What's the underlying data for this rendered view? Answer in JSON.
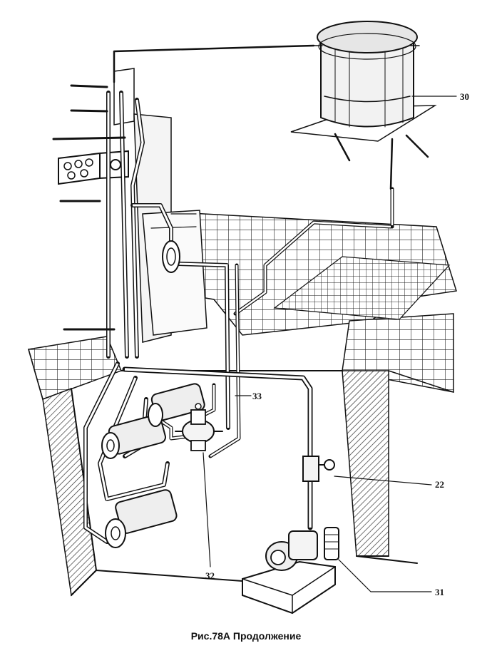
{
  "labels": {
    "tank": "30",
    "valve_upper": "33",
    "valve_right": "22",
    "valve_bottom": "32",
    "pump": "31"
  },
  "caption": "Рис.78А Продолжение"
}
